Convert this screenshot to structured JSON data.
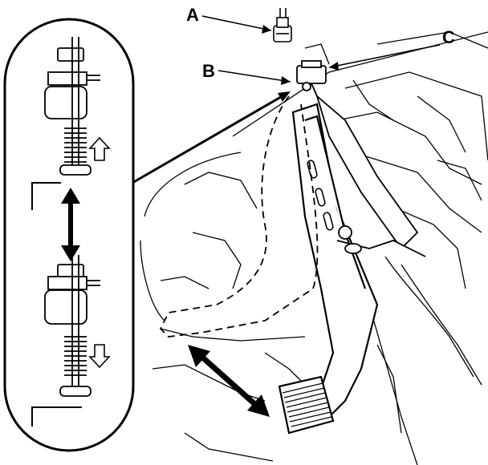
{
  "diagram": {
    "callouts": [
      {
        "id": "A",
        "label": "A"
      },
      {
        "id": "B",
        "label": "B"
      },
      {
        "id": "C",
        "label": "C"
      }
    ],
    "colors": {
      "ink": "#000000",
      "paper": "#ffffff"
    }
  }
}
